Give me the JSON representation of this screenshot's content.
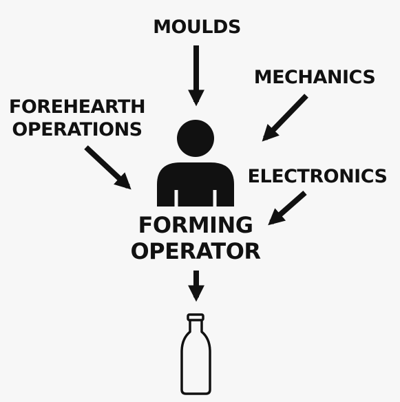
{
  "diagram": {
    "inputs": {
      "moulds": "MOULDS",
      "mechanics": "MECHANICS",
      "forehearth_line1": "FOREHEARTH",
      "forehearth_line2": "OPERATIONS",
      "electronics": "ELECTRONICS"
    },
    "center": {
      "line1": "FORMING",
      "line2": "OPERATOR",
      "icon": "person-icon"
    },
    "output": {
      "icon": "bottle-icon"
    },
    "colors": {
      "background": "#f7f7f7",
      "ink": "#111111"
    }
  }
}
